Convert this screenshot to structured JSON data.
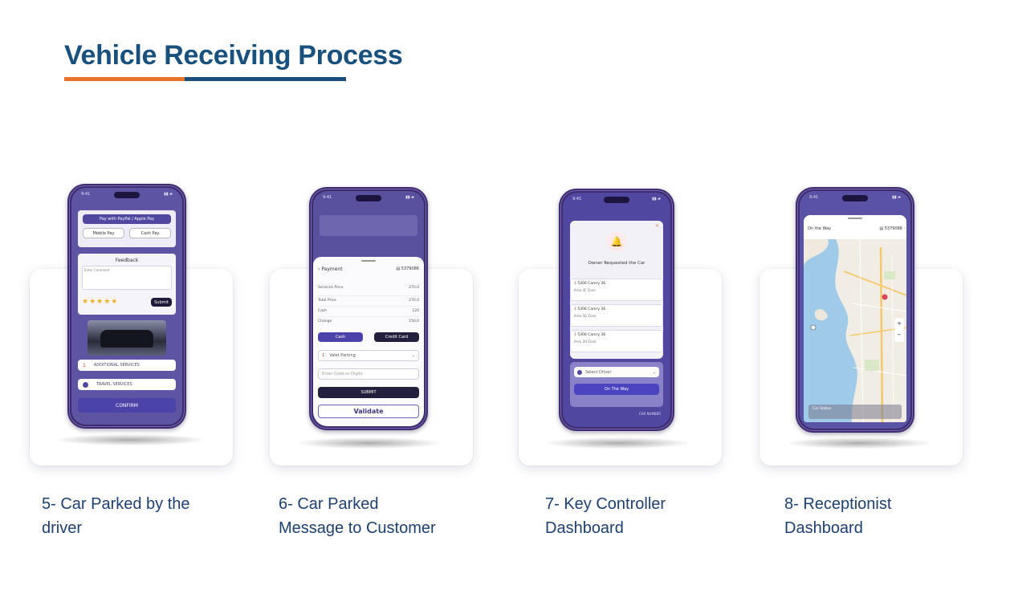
{
  "title": "Vehicle Receiving Process",
  "steps": [
    {
      "caption_line1": "5- Car Parked by the",
      "caption_line2": "driver",
      "screen": {
        "top_button": "Pay with PayPal / Apple Pay",
        "pay_option_1": "Mobile Pay",
        "pay_option_2": "Cash Pay",
        "feedback_title": "Feedback",
        "comment_placeholder": "Enter Comment",
        "stars": "★★★★★",
        "submit_label": "Submit",
        "additional_services": "ADDITIONAL SERVICES",
        "travel_services": "TRAVEL SERVICES",
        "bottom_button": "CONFIRM"
      }
    },
    {
      "caption_line1": "6- Car Parked",
      "caption_line2": "Message to Customer",
      "screen": {
        "header": "Payment",
        "ticket": "5379086",
        "rows": [
          {
            "label": "Services Price",
            "value": "270.0"
          },
          {
            "label": "Total Price",
            "value": "270.0"
          },
          {
            "label": "Cash",
            "value": "120"
          },
          {
            "label": "Change",
            "value": "150.0"
          }
        ],
        "tab_1": "Cash",
        "tab_2": "Credit Card",
        "select_1": "Valet Parking",
        "select_2": "Enter Code or Digits",
        "submit_label": "SUBMIT",
        "validate_label": "Validate"
      }
    },
    {
      "caption_line1": "7- Key Controller",
      "caption_line2": "Dashboard",
      "screen": {
        "alert_title": "Owner Requested the Car",
        "items": [
          {
            "badge": "1",
            "line1": "5306  Camry  36",
            "line2": "Area 4F  Zone"
          },
          {
            "badge": "1",
            "line1": "5306  Camry  36",
            "line2": "Area 3G  Zone"
          },
          {
            "badge": "1",
            "line1": "5306  Camry  36",
            "line2": "Area 2H  Zone"
          }
        ],
        "select_label": "Select Driver",
        "button_label": "On The Way",
        "footer_right": "CAR NUMBER"
      }
    },
    {
      "caption_line1": "8- Receptionist",
      "caption_line2": "Dashboard",
      "screen": {
        "status_label": "On the Way",
        "ticket": "5379086",
        "bottom_label": "Car Status"
      }
    }
  ],
  "colors": {
    "title": "#18507e",
    "underline_orange": "#e8742b",
    "underline_blue": "#1b4f7a",
    "phone_purple": "#3d2d6e",
    "screen_purple": "#5a4f9c",
    "caption": "#1d3f72"
  }
}
